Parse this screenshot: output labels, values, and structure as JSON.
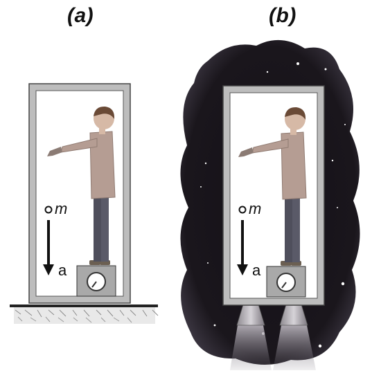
{
  "panels": [
    {
      "label": "(a)",
      "mass_label": "m",
      "accel_label": "a"
    },
    {
      "label": "(b)",
      "mass_label": "m",
      "accel_label": "a"
    }
  ]
}
